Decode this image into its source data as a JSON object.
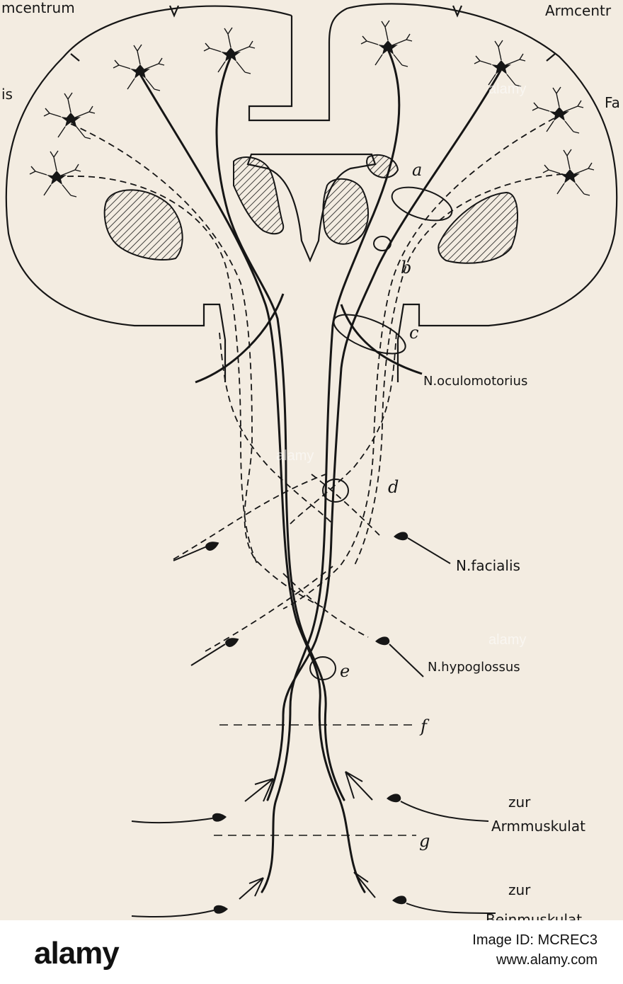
{
  "labels": {
    "armcentrum_left": "mcentrum",
    "armcentrum_right": "Armcentr",
    "facialis_left": "is",
    "facialis_right": "Fa",
    "n_oculomotorius": "N.oculomotorius",
    "n_facialis": "N.facialis",
    "n_hypoglossus": "N.hypoglossus",
    "zur_1": "zur",
    "armmuskulatur": "Armmuskulat",
    "zur_2": "zur",
    "beinmuskulatur": "Beinmuskulat"
  },
  "letters": {
    "a": "a",
    "b": "b",
    "c": "c",
    "d": "d",
    "e": "e",
    "f": "f",
    "g": "g"
  },
  "watermark": {
    "text": "alamy"
  },
  "footer": {
    "logo": "alamy",
    "image_id": "Image ID: MCREC3",
    "site": "www.alamy.com"
  },
  "colors": {
    "paper": "#f3ece1",
    "ink": "#161616"
  }
}
